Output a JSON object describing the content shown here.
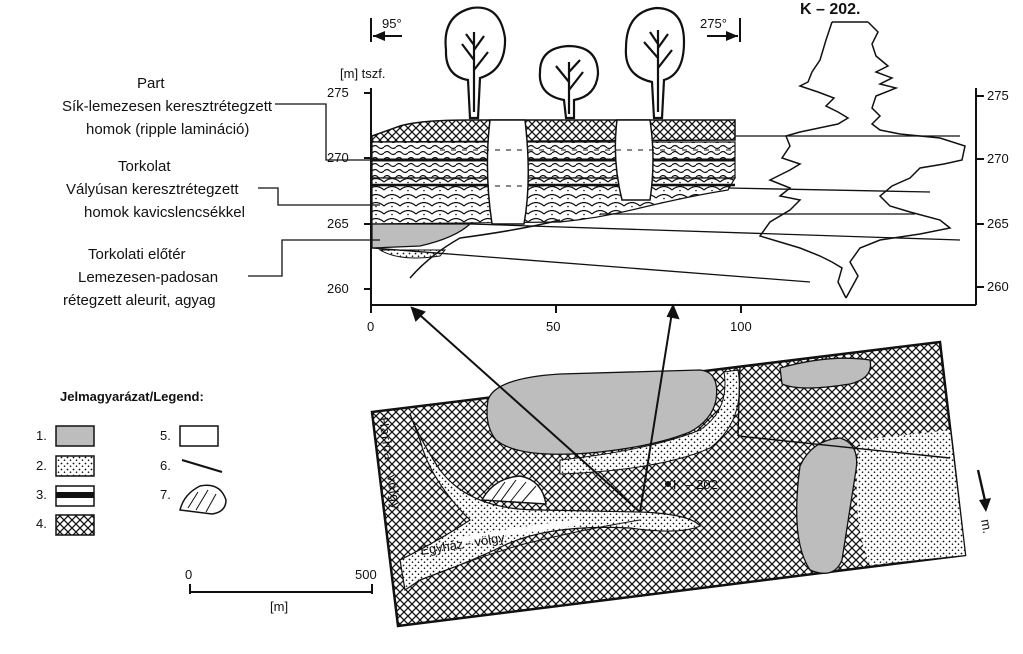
{
  "azimuth_left": "95°",
  "azimuth_right": "275°",
  "well_title": "K – 202.",
  "axis_unit": "[m] tszf.",
  "left_ticks": [
    "275",
    "270",
    "265",
    "260"
  ],
  "right_ticks": [
    "275",
    "270",
    "265",
    "260"
  ],
  "x_ticks": [
    "0",
    "50",
    "100"
  ],
  "facies": [
    {
      "title": "Part",
      "line2": "Sík-lemezesen keresztrétegzett",
      "line3": "homok (ripple lamináció)"
    },
    {
      "title": "Torkolat",
      "line2": "Vályúsan keresztrétegzett",
      "line3": "homok kavicslencsékkel"
    },
    {
      "title": "Torkolati előtér",
      "line2": "Lemezesen-padosan",
      "line3": "rétegzett aleurit, agyag"
    }
  ],
  "legend": {
    "title": "Jelmagyarázat/Legend:",
    "items": [
      "1.",
      "2.",
      "3.",
      "4.",
      "5.",
      "6.",
      "7."
    ]
  },
  "scale": {
    "start": "0",
    "end": "500",
    "unit": "[m]"
  },
  "map": {
    "well_label": "K – 202",
    "valley1": "Harica - völgy",
    "valley2": "Egyház - völgy",
    "north": "m."
  },
  "colors": {
    "ink": "#111111",
    "gray": "#bdbdbd",
    "paper": "#ffffff"
  }
}
